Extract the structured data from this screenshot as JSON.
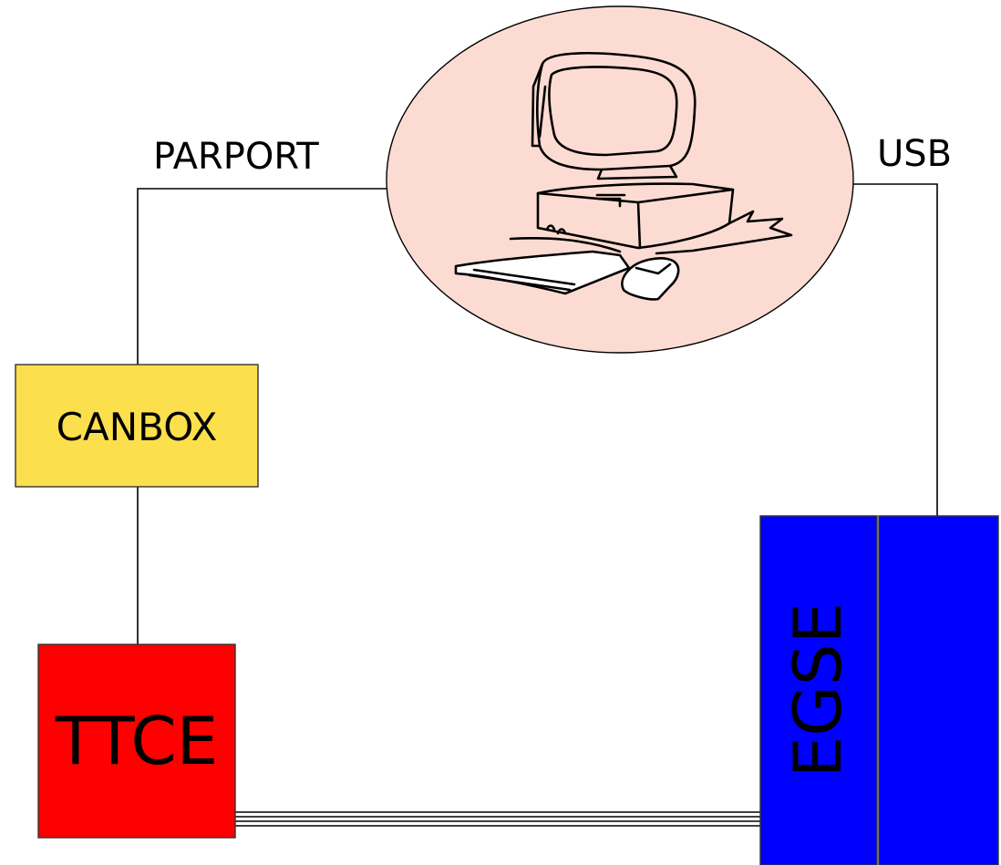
{
  "labels": {
    "parport": "PARPORT",
    "usb": "USB",
    "canbox": "CANBOX",
    "ttce": "TTCE",
    "egse": "EGSE"
  },
  "colors": {
    "computer_ellipse": "#fcdcd2",
    "canbox": "#fcdf4c",
    "ttce": "#fe0000",
    "egse": "#0000fe"
  },
  "icons": {
    "computer": "desktop-computer-icon"
  }
}
